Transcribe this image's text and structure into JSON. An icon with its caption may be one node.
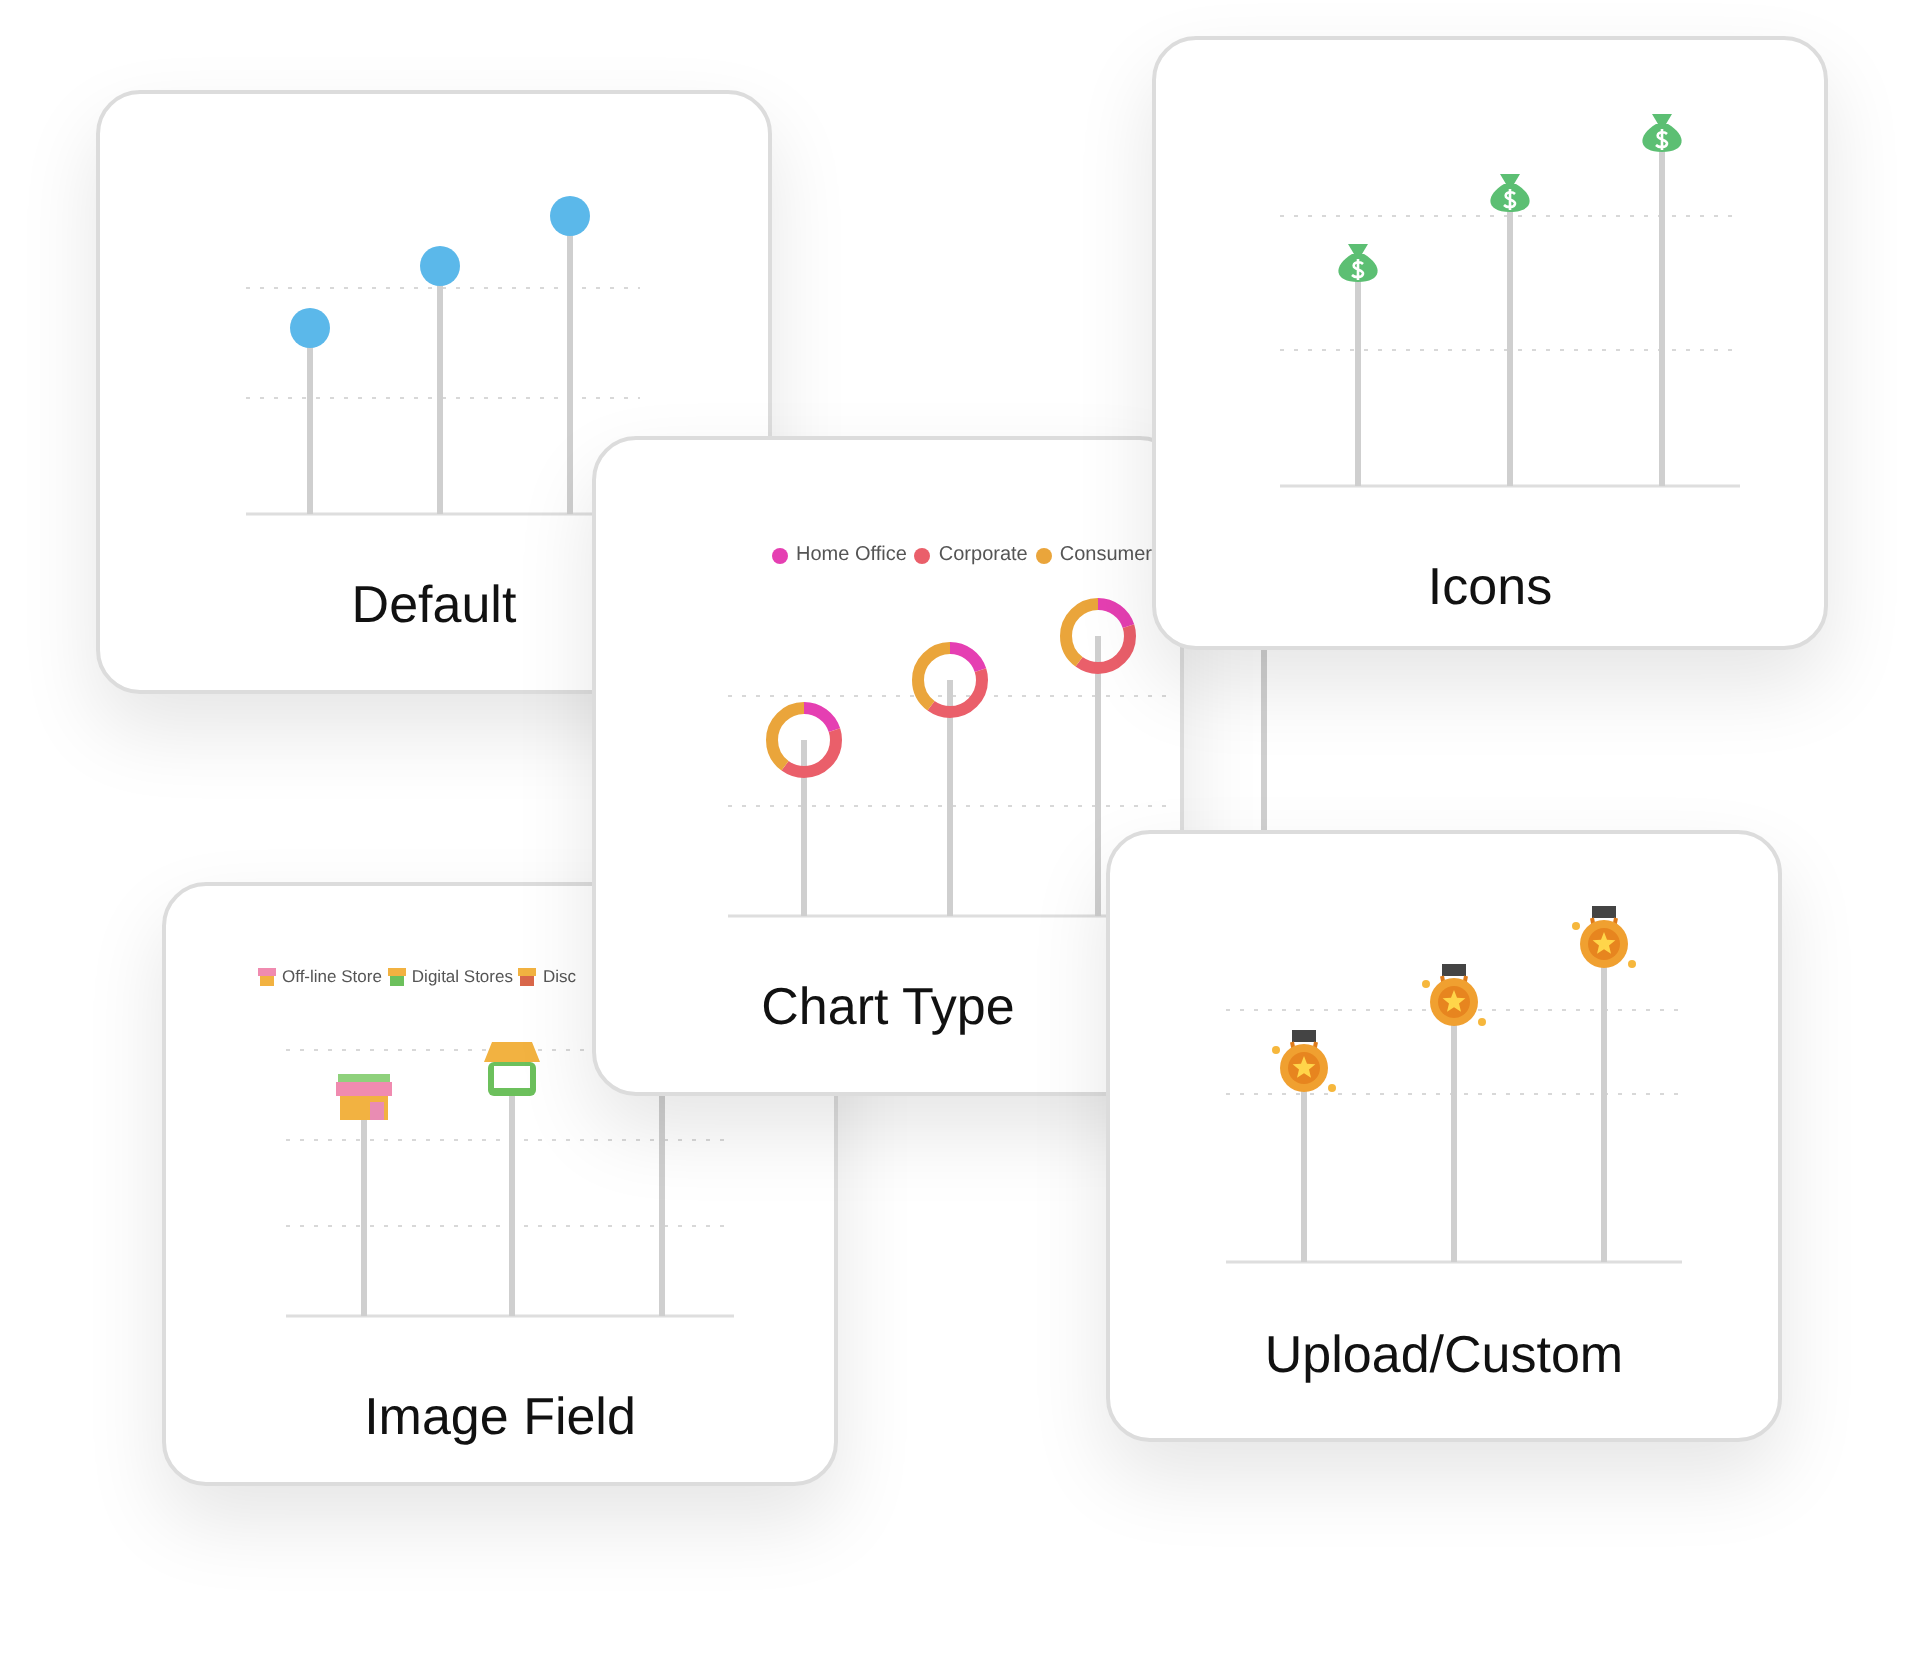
{
  "diagram": {
    "nodes": [
      {
        "text": [
          "Default"
        ]
      },
      {
        "text": [
          "Icons"
        ]
      },
      {
        "text": [
          "Chart Type"
        ]
      },
      {
        "text": [
          "Image Field"
        ]
      },
      {
        "text": [
          "Upload/Custom"
        ]
      }
    ],
    "edges": [
      {
        "from": 1,
        "to": 4,
        "arrow": "none"
      }
    ],
    "labels": [
      "Off-line Store",
      "Digital Stores",
      "Disc"
    ],
    "legend": [
      {
        "text": "Home Office",
        "color": "#e53fb2"
      },
      {
        "text": "Corporate",
        "color": "#ea5f6a"
      },
      {
        "text": "Consumer",
        "color": "#eaa53b"
      }
    ]
  }
}
